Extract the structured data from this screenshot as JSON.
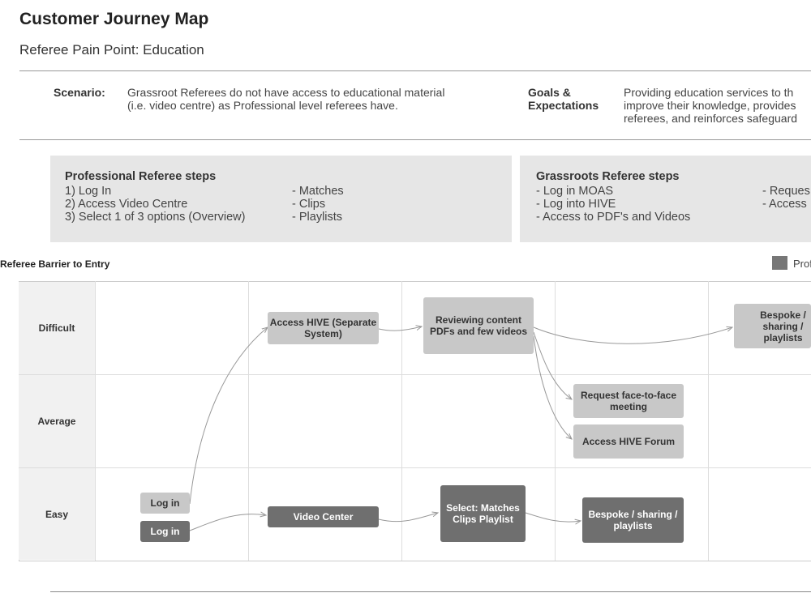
{
  "header": {
    "title": "Customer Journey Map",
    "subtitle": "Referee Pain Point: Education"
  },
  "scenario": {
    "label": "Scenario:",
    "text_line1": "Grassroot Referees do not have access to educational material",
    "text_line2": "(i.e. video centre) as Professional level referees have."
  },
  "goals": {
    "label_line1": "Goals &",
    "label_line2": "Expectations",
    "text_line1": "Providing education services to th",
    "text_line2": "improve their knowledge, provides",
    "text_line3": "referees, and reinforces safeguard"
  },
  "professional_panel": {
    "heading": "Professional Referee steps",
    "steps": [
      "1) Log In",
      "2)  Access Video Centre",
      "3) Select 1 of 3 options (Overview)"
    ],
    "options": [
      "- Matches",
      "- Clips",
      "- Playlists"
    ]
  },
  "grassroots_panel": {
    "heading": "Grassroots Referee steps",
    "steps": [
      "- Log in MOAS",
      "- Log into HIVE",
      "- Access to PDF's and Videos"
    ],
    "options": [
      "- Reques",
      "- Access"
    ]
  },
  "barrier": {
    "title": "Referee Barrier to Entry",
    "legend_label": "Prof",
    "legend_color": "#777777",
    "rows": [
      "Difficult",
      "Average",
      "Easy"
    ]
  },
  "nodes": {
    "access_hive": "Access HIVE (Separate System)",
    "reviewing": "Reviewing content PDFs and few videos",
    "bespoke_grass": "Bespoke / sharing / playlists",
    "request_meeting": "Request face-to-face meeting",
    "hive_forum": "Access HIVE Forum",
    "login_grass": "Log in",
    "login_pro": "Log in",
    "video_center": "Video Center",
    "select": "Select: Matches Clips Playlist",
    "bespoke_pro": "Bespoke / sharing / playlists"
  },
  "colors": {
    "grassroots_node": "#c8c8c8",
    "professional_node": "#6f6f6f",
    "panel_bg": "#e6e6e6"
  }
}
